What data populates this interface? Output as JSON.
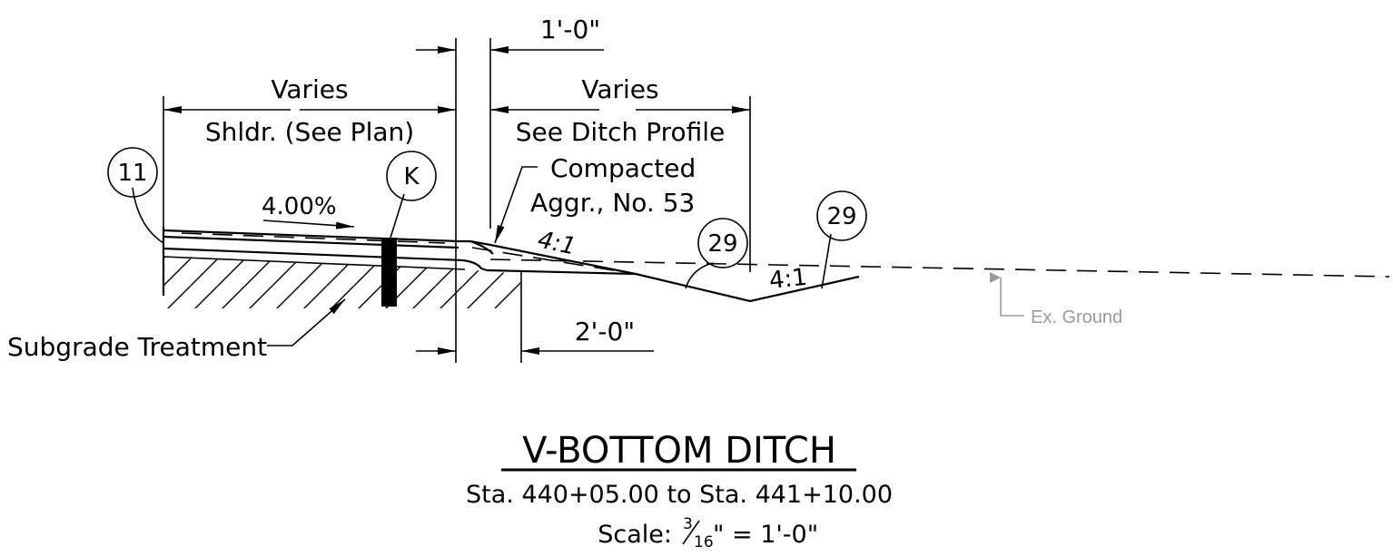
{
  "title": "V-BOTTOM DITCH",
  "station_range": "Sta. 440+05.00 to Sta. 441+10.00",
  "scale": {
    "prefix": "Scale:",
    "fraction_num": "3",
    "fraction_den": "16",
    "suffix": "\" = 1'-0\""
  },
  "dimensions": {
    "shoulder_width": "Varies",
    "shoulder_note": "Shldr. (See Plan)",
    "gap_top": "1'-0\"",
    "ditch_width": "Varies",
    "ditch_note": "See Ditch Profile",
    "gap_bottom": "2'-0\""
  },
  "callouts": {
    "left_item": "11",
    "post_marker": "K",
    "ditch_item_1": "29",
    "ditch_item_2": "29"
  },
  "labels": {
    "compacted_line1": "Compacted",
    "compacted_line2": "Aggr., No. 53",
    "slope_pct": "4.00%",
    "slope_left": "4:1",
    "slope_right": "4:1",
    "subgrade": "Subgrade Treatment",
    "existing_ground": "Ex. Ground"
  },
  "colors": {
    "line": "#000000",
    "existing_ground": "#9a9a9a"
  }
}
